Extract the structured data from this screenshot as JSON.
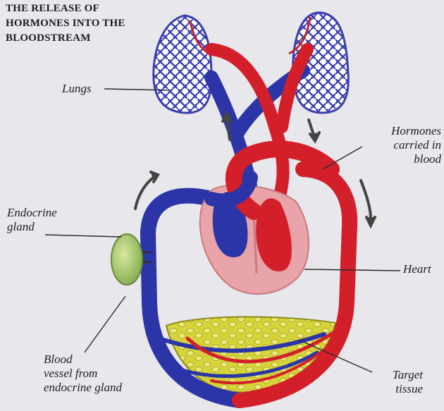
{
  "title": {
    "line1": "THE RELEASE OF",
    "line2": "HORMONES INTO THE",
    "line3": "BLOODSTREAM"
  },
  "labels": {
    "lungs": "Lungs",
    "hormones_line1": "Hormones",
    "hormones_line2": "carried in",
    "hormones_line3": "blood",
    "endocrine_line1": "Endocrine",
    "endocrine_line2": "gland",
    "heart": "Heart",
    "blood_vessel_line1": "Blood",
    "blood_vessel_line2": "vessel from",
    "blood_vessel_line3": "endocrine gland",
    "target_line1": "Target",
    "target_line2": "tissue"
  },
  "colors": {
    "background": "#e7e7ec",
    "oxygenated_blood": "#d31f2a",
    "deoxygenated_blood": "#2b35a8",
    "heart_chamber": "#e8a4a8",
    "target_tissue": "#d8d640",
    "endocrine_gland": "#a8c86a"
  }
}
